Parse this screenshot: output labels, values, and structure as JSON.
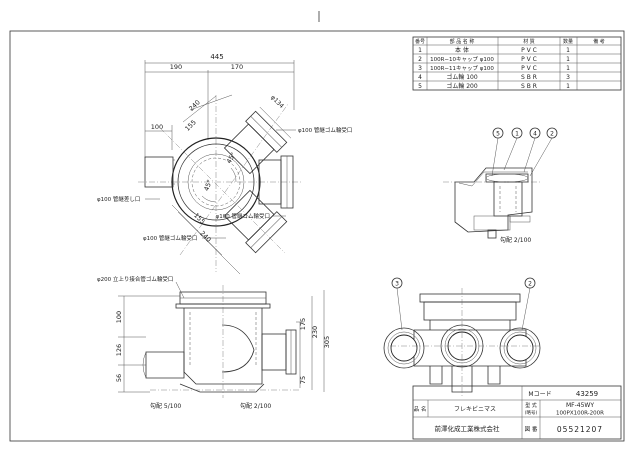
{
  "parts_table": {
    "headers": [
      "番号",
      "部 品 名 称",
      "材  質",
      "数量",
      "備  考"
    ],
    "rows": [
      [
        "1",
        "本    体",
        "P V C",
        "1",
        ""
      ],
      [
        "2",
        "100R−10キャップ φ100",
        "P V C",
        "1",
        ""
      ],
      [
        "3",
        "100R−11キャップ φ100",
        "P V C",
        "1",
        ""
      ],
      [
        "4",
        "ゴム輪 100",
        "S B R",
        "3",
        ""
      ],
      [
        "5",
        "ゴム輪 200",
        "S B R",
        "1",
        ""
      ]
    ]
  },
  "plan_view": {
    "dim_total_width": "445",
    "dim_left": "190",
    "dim_right": "170",
    "dim_inlet": "100",
    "dim_upper_diag_a": "240",
    "dim_upper_diag_b": "155",
    "dim_upper_branch": "φ134",
    "dim_lower_diag_a": "155",
    "dim_lower_diag_b": "240",
    "angle_upper": "45°",
    "angle_lower": "45°",
    "label_upper_branch": "φ100 管継ゴム輪受口",
    "label_right_branch": "φ100 管継ゴム輪受口",
    "label_left_outlet": "φ100 管継差し口",
    "label_lower_branch": "φ100 管継ゴム輪受口"
  },
  "front_view": {
    "label_top_socket": "φ200 立上り接合管ゴム輪受口",
    "dim_h1": "100",
    "dim_h2": "126",
    "dim_h3": "56",
    "dim_r1": "175",
    "dim_r2": "230",
    "dim_r3": "305",
    "dim_r4": "75",
    "slope_left": "勾配 5/100",
    "slope_right": "勾配 2/100"
  },
  "side_view": {
    "balloons": [
      "5",
      "1",
      "4",
      "2"
    ],
    "slope": "勾配 2/100"
  },
  "rear_view": {
    "balloons": [
      "3",
      "2"
    ]
  },
  "title_block": {
    "code_label": "Mコード",
    "code_value": "43259",
    "name_label": "品 名",
    "name_value": "フレキビニマス",
    "model_label": "型 式",
    "model_sub": "(略号)",
    "model_value": "MF-45WY",
    "model_value2": "100PX100R-200R",
    "company": "前澤化成工業株式会社",
    "drawing_label": "図 番",
    "drawing_value": "05521207"
  }
}
